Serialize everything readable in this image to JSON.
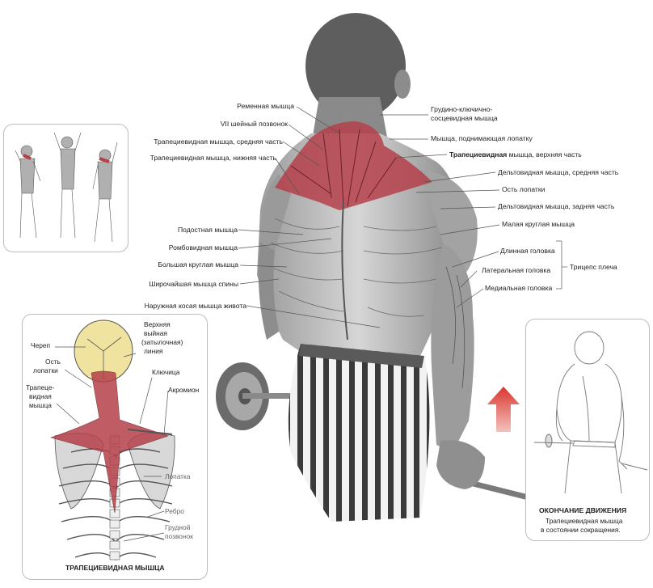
{
  "labels": {
    "splenius": "Ременная мышца",
    "c7": "VII шейный позвонок",
    "trap_mid": "Трапециевидная мышца, средняя часть",
    "trap_low": "Трапециевидная мышца, нижняя часть",
    "scm_1": "Грудино-ключично-",
    "scm_2": "сосцевидная мышца",
    "levator": "Мышца, поднимающая лопатку",
    "trap_up_bold": "Трапециевидная",
    "trap_up_rest": " мышца, верхняя часть",
    "delt_mid": "Дельтовидная мышца, средняя часть",
    "spine_scap": "Ость лопатки",
    "delt_post": "Дельтовидная мышца, задняя часть",
    "teres_minor": "Малая круглая мышца",
    "infraspinatus": "Подостная мышца",
    "rhomboid": "Ромбовидная мышца",
    "teres_major": "Большая круглая мышца",
    "lats": "Широчайшая мышца спины",
    "ext_oblique": "Наружная косая мышца живота",
    "long_head": "Длинная головка",
    "lat_head": "Латеральная головка",
    "med_head": "Медиальная головка",
    "triceps": "Трицепс плеча"
  },
  "inset": {
    "skull": "Череп",
    "spine_scap_1": "Ость",
    "spine_scap_2": "лопатки",
    "trap_1": "Трапеце-",
    "trap_2": "видная",
    "trap_3": "мышца",
    "nuchal_1": "Верхняя",
    "nuchal_2": "выйная",
    "nuchal_3": "(затылочная)",
    "nuchal_4": "линия",
    "clavicle": "Ключица",
    "acromion": "Акромион",
    "scapula": "Лопатка",
    "rib": "Ребро",
    "vert_1": "Грудной",
    "vert_2": "позвонок",
    "caption": "ТРАПЕЦИЕВИДНАЯ МЫШЦА"
  },
  "end_panel": {
    "title": "ОКОНЧАНИЕ ДВИЖЕНИЯ",
    "desc_1": "Трапециевидная мышца",
    "desc_2": "в состоянии сокращения."
  },
  "colors": {
    "muscle_red": "#b5404a",
    "arrow_red": "#d9362e"
  }
}
